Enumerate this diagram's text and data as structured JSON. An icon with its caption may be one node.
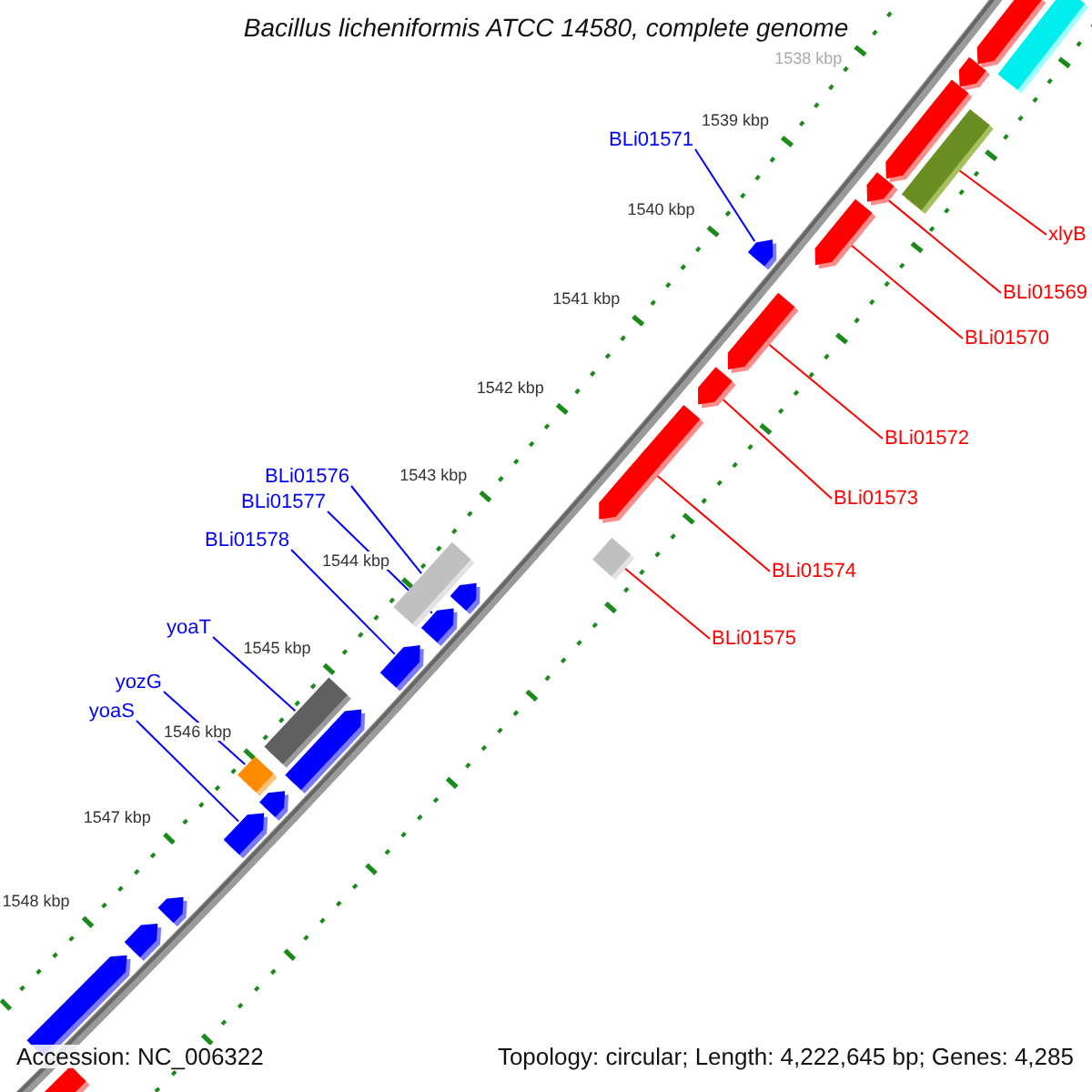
{
  "diagram": {
    "title": "Bacillus licheniformis ATCC 14580, complete genome",
    "nodes": [
      {
        "text": [
          "BLi01571"
        ]
      },
      {
        "text": [
          "xlyB"
        ]
      },
      {
        "text": [
          "BLi01569"
        ]
      },
      {
        "text": [
          "BLi01570"
        ]
      },
      {
        "text": [
          "BLi01572"
        ]
      },
      {
        "text": [
          "BLi01576"
        ]
      },
      {
        "text": [
          "BLi01573"
        ]
      },
      {
        "text": [
          "BLi01577"
        ]
      },
      {
        "text": [
          "BLi01578"
        ]
      },
      {
        "text": [
          "BLi01574"
        ]
      },
      {
        "text": [
          "yoaT"
        ]
      },
      {
        "text": [
          "BLi01575"
        ]
      },
      {
        "text": [
          "yozG"
        ]
      },
      {
        "text": [
          "yoaS"
        ]
      },
      {
        "text": [],
        "shape": "pentagon"
      },
      {
        "text": [],
        "shape": "box"
      },
      {
        "text": [],
        "shape": "pentagon"
      },
      {
        "text": [],
        "shape": "pentagon"
      },
      {
        "text": [],
        "shape": "box"
      },
      {
        "text": [],
        "shape": "pentagon"
      },
      {
        "text": [],
        "shape": "pentagon"
      },
      {
        "text": [],
        "shape": "pentagon"
      },
      {
        "text": [],
        "shape": "pentagon"
      },
      {
        "text": [],
        "shape": "pentagon"
      },
      {
        "text": [],
        "shape": "pentagon"
      },
      {
        "text": [],
        "shape": "box"
      },
      {
        "text": [],
        "shape": "box"
      },
      {
        "text": [],
        "shape": "pentagon"
      },
      {
        "text": [],
        "shape": "pentagon"
      },
      {
        "text": [],
        "shape": "pentagon"
      },
      {
        "text": [],
        "shape": "box"
      },
      {
        "text": [],
        "shape": "pentagon"
      },
      {
        "text": [],
        "shape": "box"
      },
      {
        "text": [],
        "shape": "pentagon"
      },
      {
        "text": [],
        "shape": "pentagon"
      },
      {
        "text": [],
        "shape": "pentagon"
      },
      {
        "text": [],
        "shape": "pentagon"
      },
      {
        "text": [],
        "shape": "pentagon"
      },
      {
        "text": [],
        "shape": "pentagon"
      }
    ],
    "edges": [
      {
        "from": 0,
        "to": 21,
        "arrow": "none",
        "color": "#0000ff"
      },
      {
        "from": 1,
        "to": 18,
        "arrow": "none",
        "color": "#ff0000"
      },
      {
        "from": 2,
        "to": 19,
        "arrow": "none",
        "color": "#ff0000"
      },
      {
        "from": 3,
        "to": 20,
        "arrow": "none",
        "color": "#ff0000"
      },
      {
        "from": 4,
        "to": 22,
        "arrow": "none",
        "color": "#ff0000"
      },
      {
        "from": 5,
        "to": 26,
        "arrow": "none",
        "color": "#0000ff"
      },
      {
        "from": 6,
        "to": 23,
        "arrow": "none",
        "color": "#ff0000"
      },
      {
        "from": 7,
        "to": 28,
        "arrow": "none",
        "color": "#0000ff"
      },
      {
        "from": 8,
        "to": 29,
        "arrow": "none",
        "color": "#0000ff"
      },
      {
        "from": 9,
        "to": 24,
        "arrow": "none",
        "color": "#ff0000"
      },
      {
        "from": 10,
        "to": 30,
        "arrow": "none",
        "color": "#0000ff"
      },
      {
        "from": 11,
        "to": 25,
        "arrow": "none",
        "color": "#ff0000"
      },
      {
        "from": 12,
        "to": 32,
        "arrow": "none",
        "color": "#0000ff"
      },
      {
        "from": 13,
        "to": 34,
        "arrow": "none",
        "color": "#0000ff"
      }
    ],
    "labels": [
      "1538 kbp",
      "1539 kbp",
      "1540 kbp",
      "1541 kbp",
      "1542 kbp",
      "1543 kbp",
      "1544 kbp",
      "1545 kbp",
      "1546 kbp",
      "1547 kbp",
      "1548 kbp",
      "Accession: NC_006322",
      "Topology: circular; Length: 4,222,645 bp; Genes: 4,285"
    ]
  }
}
